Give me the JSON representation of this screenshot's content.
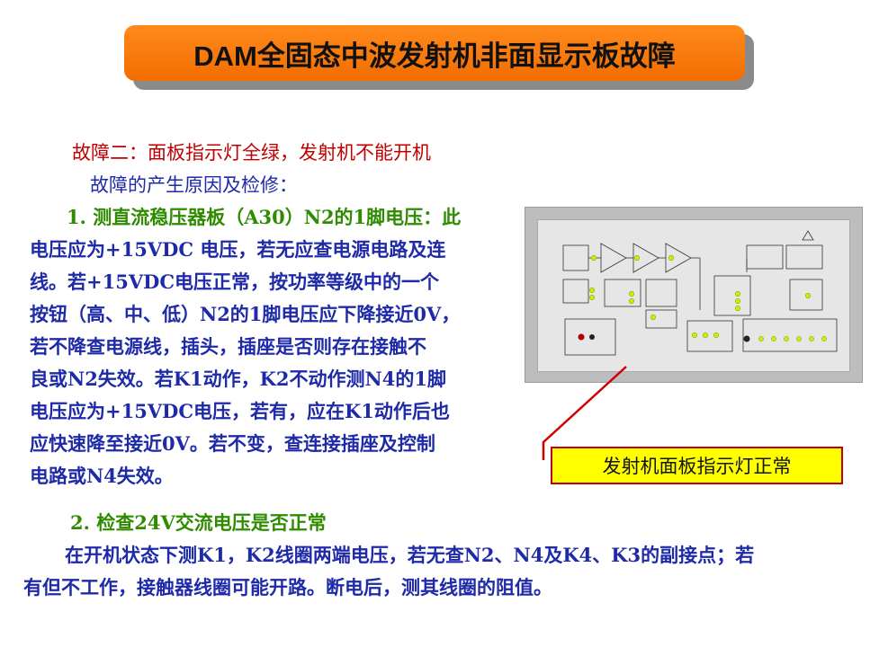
{
  "title": "DAM全固态中波发射机非面显示板故障",
  "fault_heading": "故障二：面板指示灯全绿，发射机不能开机",
  "cause_heading": "故障的产生原因及检修：",
  "step1": {
    "heading": "1. 测直流稳压器板（A30）N2的1脚电压：此",
    "lines": [
      "电压应为+15VDC 电压，若无应查电源电路及连",
      "线。若+15VDC电压正常，按功率等级中的一个",
      "按钮（高、中、低）N2的1脚电压应下降接近0V，",
      "若不降查电源线，插头，插座是否则存在接触不",
      "良或N2失效。若K1动作，K2不动作测N4的1脚",
      "电压应为+15VDC电压，若有，应在K1动作后也",
      "应快速降至接近0V。若不变，查连接插座及控制",
      "电路或N4失效。"
    ]
  },
  "step2": {
    "heading": "2. 检查24V交流电压是否正常",
    "line1": "在开机状态下测K1，K2线圈两端电压，若无查N2、N4及K4、K3的副接点；若",
    "line2": "有但不工作，接触器线圈可能开路。断电后，测其线圈的阻值。"
  },
  "callout": "发射机面板指示灯正常",
  "colors": {
    "title_bg": "#f26d00",
    "fault_heading": "#c00000",
    "step_heading": "#2f8b00",
    "body_text": "#1e2aa8",
    "callout_bg": "#ffff00",
    "callout_border": "#c00000",
    "indicator_led": "#c8f000"
  },
  "photo": {
    "description_icon": "transmitter-panel-photo"
  }
}
